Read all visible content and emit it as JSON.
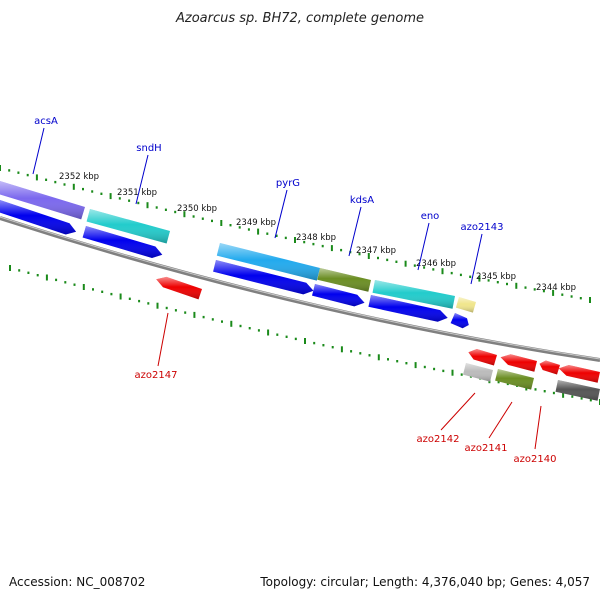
{
  "title": "Azoarcus sp. BH72, complete genome",
  "footer": {
    "accession": "Accession: NC_008702",
    "summary": "Topology: circular; Length: 4,376,040 bp; Genes: 4,057"
  },
  "kbp_labels": [
    "2352 kbp",
    "2351 kbp",
    "2350 kbp",
    "2349 kbp",
    "2348 kbp",
    "2347 kbp",
    "2346 kbp",
    "2345 kbp",
    "2344 kbp"
  ],
  "genes_top": [
    "acsA",
    "sndH",
    "pyrG",
    "kdsA",
    "eno",
    "azo2143"
  ],
  "genes_bottom": [
    "azo2147",
    "azo2142",
    "azo2141",
    "azo2140"
  ],
  "colors": {
    "label_top": "#0000cc",
    "label_bottom": "#cc0000",
    "backbone": "#808080",
    "tick": "#1a8a1a",
    "feature_blue": "#0000ee",
    "feature_red": "#ee0000",
    "feature_cyan": "#22cccc",
    "feature_skyblue": "#22aaee",
    "feature_olive": "#6b8e23",
    "feature_purple": "#7b68ee",
    "feature_khaki": "#f0e68c",
    "feature_gray": "#bbbbbb",
    "feature_darkgray": "#555555"
  }
}
